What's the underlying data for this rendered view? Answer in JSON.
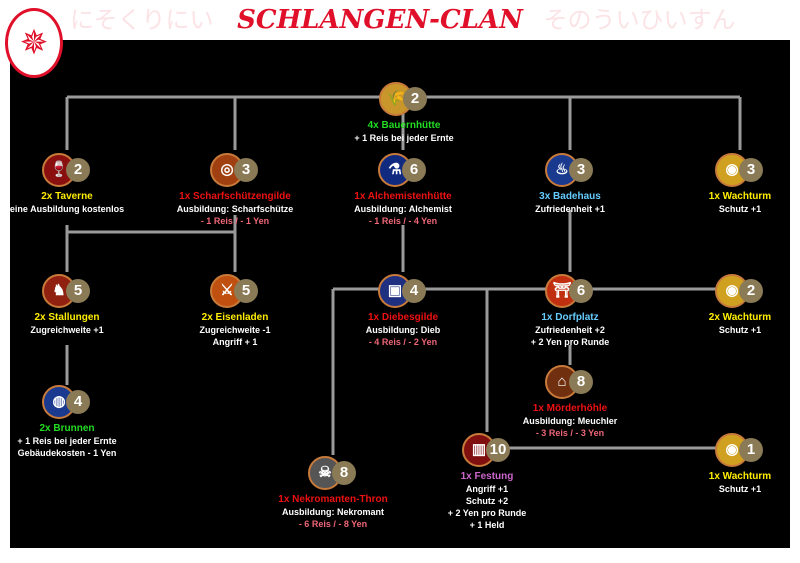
{
  "header": {
    "title": "SCHLANGEN-CLAN",
    "bg_text": "にそくりにい　　　　　　　　　　　そのういひいすん"
  },
  "colors": {
    "green": "#22dd22",
    "yellow": "#ffee00",
    "red": "#ee1111",
    "blue": "#66ccff",
    "purple": "#cc66cc",
    "cost": "#ee6677"
  },
  "nodes": [
    {
      "id": "bauernhuette",
      "name": "4x Bauernhütte",
      "level": "2",
      "icon": "farm-icon",
      "color": "green",
      "lines": [
        "+ 1 Reis bei jeder Ernte"
      ],
      "cost": ""
    },
    {
      "id": "taverne",
      "name": "2x Taverne",
      "level": "2",
      "icon": "tavern-icon",
      "color": "yellow",
      "lines": [
        "eine Ausbildung kostenlos"
      ],
      "cost": ""
    },
    {
      "id": "scharfschuetzengilde",
      "name": "1x Scharfschützengilde",
      "level": "3",
      "icon": "target-icon",
      "color": "red",
      "lines": [
        "Ausbildung: Scharfschütze"
      ],
      "cost": "- 1 Reis / - 1 Yen"
    },
    {
      "id": "alchemistenhuette",
      "name": "1x Alchemistenhütte",
      "level": "6",
      "icon": "potion-icon",
      "color": "red",
      "lines": [
        "Ausbildung: Alchemist"
      ],
      "cost": "- 1 Reis / - 4 Yen"
    },
    {
      "id": "badehaus",
      "name": "3x Badehaus",
      "level": "3",
      "icon": "bath-icon",
      "color": "blue",
      "lines": [
        "Zufriedenheit +1"
      ],
      "cost": ""
    },
    {
      "id": "wachturm1",
      "name": "1x Wachturm",
      "level": "3",
      "icon": "watchtower-icon",
      "color": "yellow",
      "lines": [
        "Schutz +1"
      ],
      "cost": ""
    },
    {
      "id": "stallungen",
      "name": "2x Stallungen",
      "level": "5",
      "icon": "stable-icon",
      "color": "yellow",
      "lines": [
        "Zugreichweite +1"
      ],
      "cost": ""
    },
    {
      "id": "eisenladen",
      "name": "2x Eisenladen",
      "level": "5",
      "icon": "sword-icon",
      "color": "yellow",
      "lines": [
        "Zugreichweite -1",
        "Angriff + 1"
      ],
      "cost": ""
    },
    {
      "id": "diebesgilde",
      "name": "1x Diebesgilde",
      "level": "4",
      "icon": "chest-icon",
      "color": "red",
      "lines": [
        "Ausbildung: Dieb"
      ],
      "cost": "- 4 Reis / - 2 Yen"
    },
    {
      "id": "dorfplatz",
      "name": "1x Dorfplatz",
      "level": "6",
      "icon": "gate-icon",
      "color": "blue",
      "lines": [
        "Zufriedenheit +2",
        "+ 2 Yen pro Runde"
      ],
      "cost": ""
    },
    {
      "id": "wachturm2",
      "name": "2x Wachturm",
      "level": "2",
      "icon": "watchtower-icon",
      "color": "yellow",
      "lines": [
        "Schutz +1"
      ],
      "cost": ""
    },
    {
      "id": "moerderhoehle",
      "name": "1x Mörderhöhle",
      "level": "8",
      "icon": "shrine-icon",
      "color": "red",
      "lines": [
        "Ausbildung: Meuchler"
      ],
      "cost": "- 3 Reis / - 3 Yen"
    },
    {
      "id": "brunnen",
      "name": "2x Brunnen",
      "level": "4",
      "icon": "well-icon",
      "color": "green",
      "lines": [
        "+ 1 Reis bei jeder Ernte",
        "Gebäudekosten - 1 Yen"
      ],
      "cost": ""
    },
    {
      "id": "nekromanten",
      "name": "1x Nekromanten-Thron",
      "level": "8",
      "icon": "skull-icon",
      "color": "red",
      "lines": [
        "Ausbildung: Nekromant"
      ],
      "cost": "- 6 Reis / - 8 Yen"
    },
    {
      "id": "festung",
      "name": "1x Festung",
      "level": "10",
      "icon": "fortress-icon",
      "color": "purple",
      "lines": [
        "Angriff +1",
        "Schutz +2",
        "+ 2 Yen pro Runde",
        "+ 1 Held"
      ],
      "cost": ""
    },
    {
      "id": "wachturm3",
      "name": "1x Wachturm",
      "level": "1",
      "icon": "watchtower-icon",
      "color": "yellow",
      "lines": [
        "Schutz +1"
      ],
      "cost": ""
    }
  ]
}
